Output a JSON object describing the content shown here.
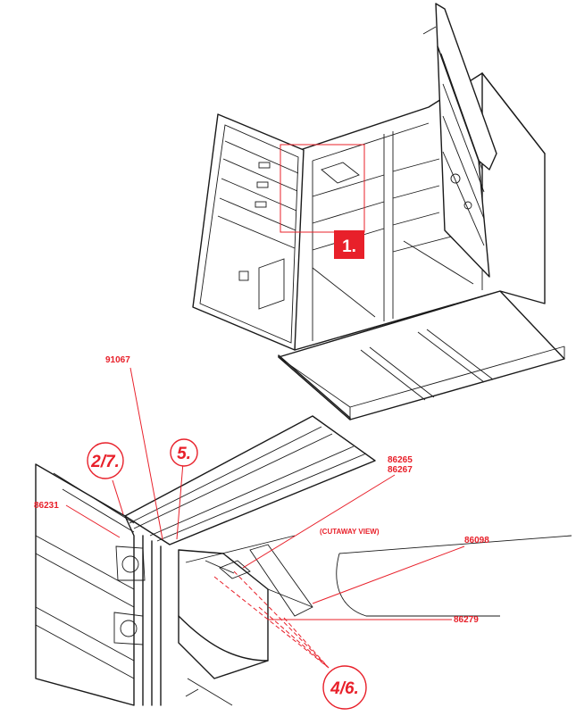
{
  "colors": {
    "accent": "#e8202a",
    "line": "#1a1a1a",
    "background": "#ffffff"
  },
  "callouts": {
    "step_1": "1.",
    "step_2_7": "2/7.",
    "step_5": "5.",
    "step_4_6": "4/6."
  },
  "parts": {
    "p91067": "91067",
    "p86265": "86265",
    "p86267": "86267",
    "p86231": "86231",
    "p86098": "86098",
    "p86279": "86279"
  },
  "annotations": {
    "cutaway": "(CUTAWAY VIEW)"
  }
}
